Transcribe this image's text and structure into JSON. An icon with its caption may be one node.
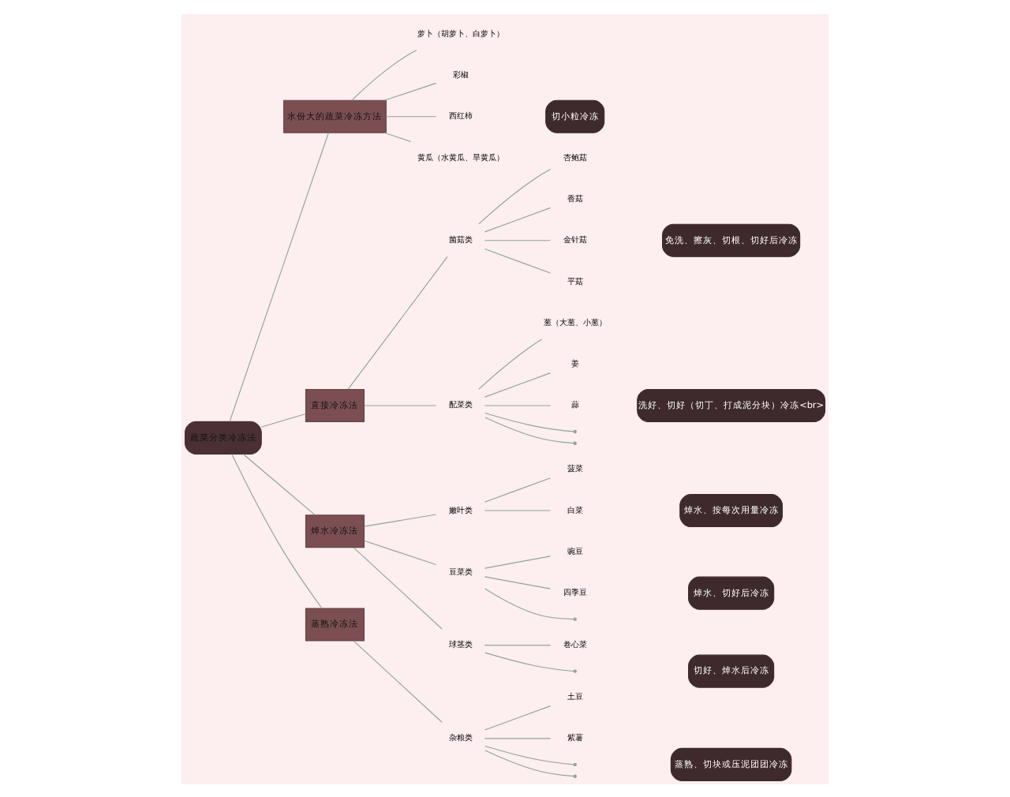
{
  "diagram": {
    "nodes": [
      {
        "text": [
          "蔬菜分类冷冻法"
        ]
      },
      {
        "text": [
          "水份大的蔬菜冷冻方法"
        ]
      },
      {
        "text": [
          "萝卜（胡萝卜、白萝卜）"
        ]
      },
      {
        "text": [
          "彩椒"
        ]
      },
      {
        "text": [
          "西红柿"
        ]
      },
      {
        "text": [
          "黄瓜（水黄瓜、旱黄瓜）"
        ]
      },
      {
        "text": [
          "切小粒冷冻"
        ]
      },
      {
        "text": [
          "直接冷冻法"
        ]
      },
      {
        "text": [
          "菌菇类"
        ]
      },
      {
        "text": [
          "杏鲍菇"
        ]
      },
      {
        "text": [
          "香菇"
        ]
      },
      {
        "text": [
          "金针菇"
        ]
      },
      {
        "text": [
          "平菇"
        ]
      },
      {
        "text": [
          "免洗、擦灰、切根、切好后冷冻"
        ]
      },
      {
        "text": [
          "配菜类"
        ]
      },
      {
        "text": [
          "葱（大葱、小葱）"
        ]
      },
      {
        "text": [
          "姜"
        ]
      },
      {
        "text": [
          "蒜"
        ]
      },
      {
        "text": [],
        "shape": "point"
      },
      {
        "text": [],
        "shape": "point"
      },
      {
        "text": [
          "洗好、切好（切丁、打成泥分块）冷冻<br>"
        ]
      },
      {
        "text": [
          "焯水冷冻法"
        ]
      },
      {
        "text": [
          "嫩叶类"
        ]
      },
      {
        "text": [
          "菠菜"
        ]
      },
      {
        "text": [
          "白菜"
        ]
      },
      {
        "text": [
          "焯水、按每次用量冷冻"
        ]
      },
      {
        "text": [
          "豆菜类"
        ]
      },
      {
        "text": [
          "豌豆"
        ]
      },
      {
        "text": [
          "四季豆"
        ]
      },
      {
        "text": [],
        "shape": "point"
      },
      {
        "text": [
          "焯水、切好后冷冻"
        ]
      },
      {
        "text": [
          "球茎类"
        ]
      },
      {
        "text": [
          "卷心菜"
        ]
      },
      {
        "text": [],
        "shape": "point"
      },
      {
        "text": [
          "切好、焯水后冷冻"
        ]
      },
      {
        "text": [
          "蒸熟冷冻法"
        ]
      },
      {
        "text": [
          "杂粮类"
        ]
      },
      {
        "text": [
          "土豆"
        ]
      },
      {
        "text": [
          "紫薯"
        ]
      },
      {
        "text": [],
        "shape": "point"
      },
      {
        "text": [],
        "shape": "point"
      },
      {
        "text": [
          "蒸熟、切块或压泥团团冷冻"
        ]
      }
    ],
    "edges": [
      {
        "from": 0,
        "to": 1,
        "arrow": "none"
      },
      {
        "from": 1,
        "to": 2,
        "arrow": "none"
      },
      {
        "from": 1,
        "to": 3,
        "arrow": "none"
      },
      {
        "from": 1,
        "to": 4,
        "arrow": "none"
      },
      {
        "from": 1,
        "to": 5,
        "arrow": "none"
      },
      {
        "from": 0,
        "to": 7,
        "arrow": "none"
      },
      {
        "from": 7,
        "to": 8,
        "arrow": "none"
      },
      {
        "from": 8,
        "to": 9,
        "arrow": "none"
      },
      {
        "from": 8,
        "to": 10,
        "arrow": "none"
      },
      {
        "from": 8,
        "to": 11,
        "arrow": "none"
      },
      {
        "from": 8,
        "to": 12,
        "arrow": "none"
      },
      {
        "from": 7,
        "to": 14,
        "arrow": "none"
      },
      {
        "from": 14,
        "to": 15,
        "arrow": "none"
      },
      {
        "from": 14,
        "to": 16,
        "arrow": "none"
      },
      {
        "from": 14,
        "to": 17,
        "arrow": "none"
      },
      {
        "from": 14,
        "to": 18,
        "arrow": "none"
      },
      {
        "from": 14,
        "to": 19,
        "arrow": "none"
      },
      {
        "from": 0,
        "to": 21,
        "arrow": "none"
      },
      {
        "from": 21,
        "to": 22,
        "arrow": "none"
      },
      {
        "from": 22,
        "to": 23,
        "arrow": "none"
      },
      {
        "from": 22,
        "to": 24,
        "arrow": "none"
      },
      {
        "from": 21,
        "to": 26,
        "arrow": "none"
      },
      {
        "from": 26,
        "to": 27,
        "arrow": "none"
      },
      {
        "from": 26,
        "to": 28,
        "arrow": "none"
      },
      {
        "from": 26,
        "to": 29,
        "arrow": "none"
      },
      {
        "from": 21,
        "to": 31,
        "arrow": "none"
      },
      {
        "from": 31,
        "to": 32,
        "arrow": "none"
      },
      {
        "from": 31,
        "to": 33,
        "arrow": "none"
      },
      {
        "from": 0,
        "to": 35,
        "arrow": "none"
      },
      {
        "from": 35,
        "to": 36,
        "arrow": "none"
      },
      {
        "from": 36,
        "to": 37,
        "arrow": "none"
      },
      {
        "from": 36,
        "to": 38,
        "arrow": "none"
      },
      {
        "from": 36,
        "to": 39,
        "arrow": "none"
      },
      {
        "from": 36,
        "to": 40,
        "arrow": "none"
      }
    ]
  }
}
